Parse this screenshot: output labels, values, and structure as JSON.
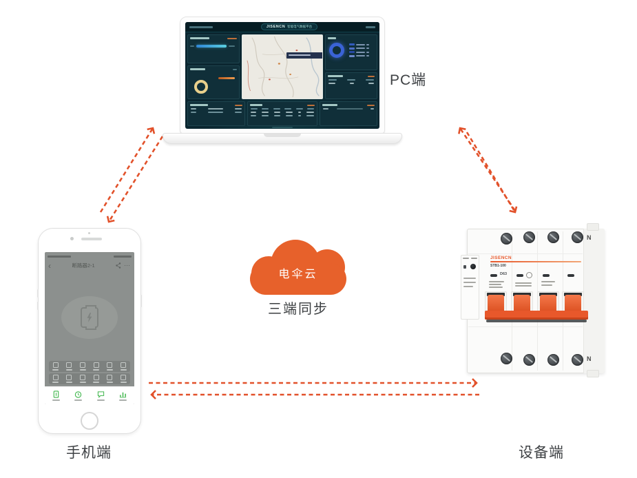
{
  "labels": {
    "pc": "PC端",
    "phone": "手机端",
    "device": "设备端"
  },
  "cloud": {
    "name": "电伞云",
    "caption": "三端同步"
  },
  "pc_dashboard": {
    "brand": "JISENCN",
    "title": "智能电气数据平台"
  },
  "phone_app": {
    "title": "断路器2-1",
    "back": "‹",
    "more": "⋯"
  },
  "breaker": {
    "brand": "JISENCN",
    "model": "STB1-100",
    "rating": "D63",
    "neutral_top": "N",
    "neutral_bottom": "N"
  },
  "colors": {
    "arrow": "#E2512A",
    "cloud": "#E7612B",
    "breaker_orange": "#E8582B",
    "dashboard_bg": "#0B2630",
    "phone_screen_gray": "#8C908E",
    "tab_green": "#3DB54A",
    "donut_blue": "#3A63D6",
    "donut_yellow": "#E9D08C"
  }
}
